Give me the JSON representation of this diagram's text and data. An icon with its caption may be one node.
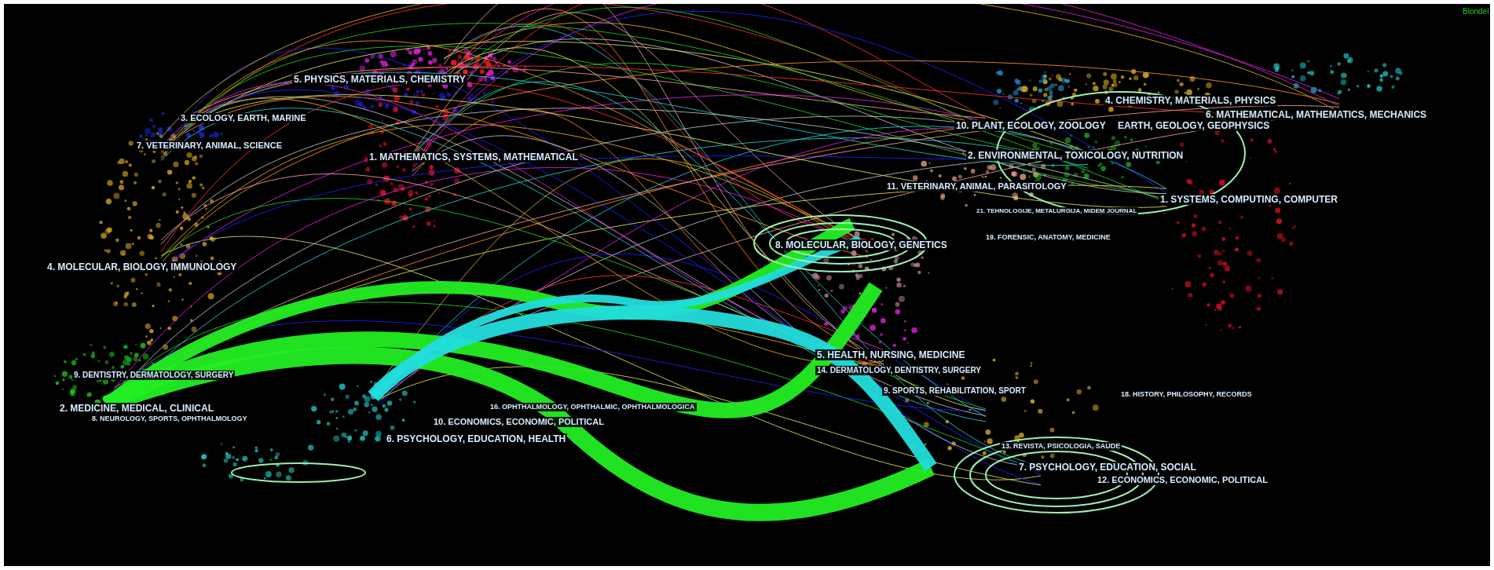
{
  "diagram": {
    "labels": [
      "Blondel",
      "5. PHYSICS, MATERIALS, CHEMISTRY",
      "4. CHEMISTRY, MATERIALS, PHYSICS",
      "6. MATHEMATICAL, MATHEMATICS, MECHANICS",
      "3. ECOLOGY, EARTH, MARINE",
      "10. PLANT, ECOLOGY, ZOOLOGY",
      "EARTH, GEOLOGY, GEOPHYSICS",
      "7. VETERINARY, ANIMAL, SCIENCE",
      "1. MATHEMATICS, SYSTEMS, MATHEMATICAL",
      "2. ENVIRONMENTAL, TOXICOLOGY, NUTRITION",
      "11. VETERINARY, ANIMAL, PARASITOLOGY",
      "1. SYSTEMS, COMPUTING, COMPUTER",
      "21. TEHNOLOGIJE, METALURGIJA, MIDEM JOURNAL",
      "19. FORENSIC, ANATOMY, MEDICINE",
      "8. MOLECULAR, BIOLOGY, GENETICS",
      "4. MOLECULAR, BIOLOGY, IMMUNOLOGY",
      "5. HEALTH, NURSING, MEDICINE",
      "14. DERMATOLOGY, DENTISTRY, SURGERY",
      "9. DENTISTRY, DERMATOLOGY, SURGERY",
      "9. SPORTS, REHABILITATION, SPORT",
      "18. HISTORY, PHILOSOPHY, RECORDS",
      "16. OPHTHALMOLOGY, OPHTHALMIC, OPHTHALMOLOGICA",
      "2. MEDICINE, MEDICAL, CLINICAL",
      "8. NEUROLOGY, SPORTS, OPHTHALMOLOGY",
      "10. ECONOMICS, ECONOMIC, POLITICAL",
      "6. PSYCHOLOGY, EDUCATION, HEALTH",
      "13. REVISTA, PSICOLOGIA, SAUDE",
      "7. PSYCHOLOGY, EDUCATION, SOCIAL",
      "12. ECONOMICS, ECONOMIC, POLITICAL"
    ]
  }
}
